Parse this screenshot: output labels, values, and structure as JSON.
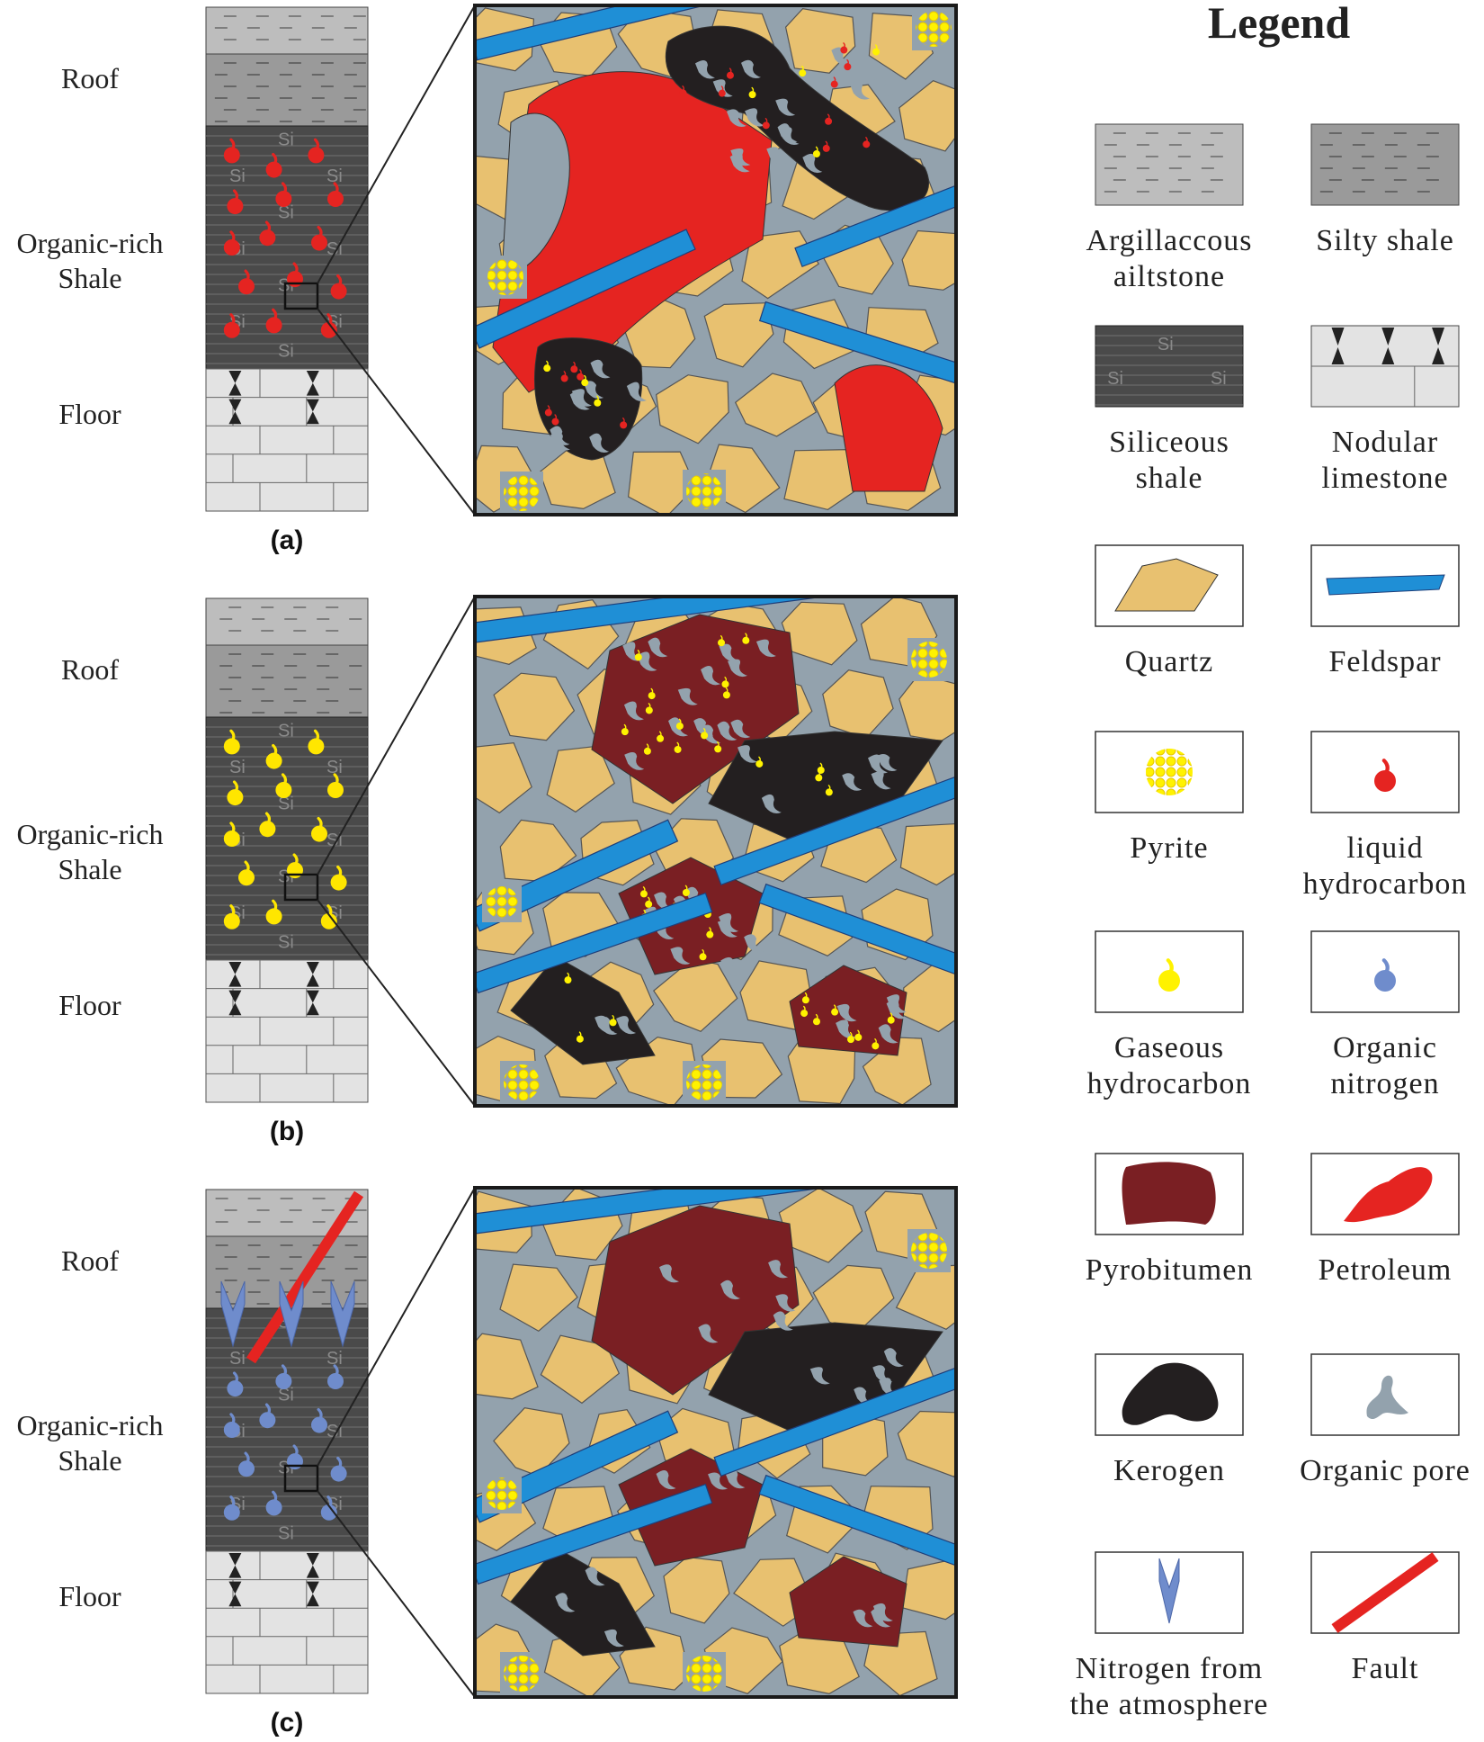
{
  "panels": [
    {
      "id": "a",
      "tag": "(a)",
      "roof": "Roof",
      "shale": [
        "Organic-rich",
        "Shale"
      ],
      "floor": "Floor",
      "droplet_color": "#e52421",
      "nitrogen_arrows": false,
      "fault": false
    },
    {
      "id": "b",
      "tag": "(b)",
      "roof": "Roof",
      "shale": [
        "Organic-rich",
        "Shale"
      ],
      "floor": "Floor",
      "droplet_color": "#ffe600",
      "nitrogen_arrows": false,
      "fault": false
    },
    {
      "id": "c",
      "tag": "(c)",
      "roof": "Roof",
      "shale": [
        "Organic-rich",
        "Shale"
      ],
      "floor": "Floor",
      "droplet_color": "#6f8ccc",
      "nitrogen_arrows": true,
      "fault": true
    }
  ],
  "si_label": "Si",
  "legend": {
    "title": "Legend",
    "items": [
      {
        "key": "argillaceous",
        "label": [
          "Argillaccous",
          "ailtstone"
        ],
        "icon": "argillaceous-siltstone-swatch"
      },
      {
        "key": "silty",
        "label": [
          "Silty shale"
        ],
        "icon": "silty-shale-swatch"
      },
      {
        "key": "siliceous",
        "label": [
          "Siliceous",
          "shale"
        ],
        "icon": "siliceous-shale-swatch"
      },
      {
        "key": "nodular",
        "label": [
          "Nodular",
          "limestone"
        ],
        "icon": "nodular-limestone-swatch"
      },
      {
        "key": "quartz",
        "label": [
          "Quartz"
        ],
        "icon": "quartz-icon"
      },
      {
        "key": "feldspar",
        "label": [
          "Feldspar"
        ],
        "icon": "feldspar-icon"
      },
      {
        "key": "pyrite",
        "label": [
          "Pyrite"
        ],
        "icon": "pyrite-icon"
      },
      {
        "key": "liquid",
        "label": [
          "liquid",
          "hydrocarbon"
        ],
        "icon": "red-droplet-icon"
      },
      {
        "key": "gaseous",
        "label": [
          "Gaseous",
          "hydrocarbon"
        ],
        "icon": "yellow-droplet-icon"
      },
      {
        "key": "nitrogen",
        "label": [
          "Organic",
          "nitrogen"
        ],
        "icon": "blue-droplet-icon"
      },
      {
        "key": "pyrobitumen",
        "label": [
          "Pyrobitumen"
        ],
        "icon": "pyrobitumen-icon"
      },
      {
        "key": "petroleum",
        "label": [
          "Petroleum"
        ],
        "icon": "petroleum-icon"
      },
      {
        "key": "kerogen",
        "label": [
          "Kerogen"
        ],
        "icon": "kerogen-icon"
      },
      {
        "key": "pore",
        "label": [
          "Organic pore"
        ],
        "icon": "organic-pore-icon"
      },
      {
        "key": "atmo",
        "label": [
          "Nitrogen from",
          "the atmosphere"
        ],
        "icon": "down-arrow-icon"
      },
      {
        "key": "fault",
        "label": [
          "Fault"
        ],
        "icon": "fault-icon"
      }
    ]
  },
  "colors": {
    "quartz": "#e8c170",
    "feldspar": "#1f8fd6",
    "pyrite": "#fff200",
    "matrix": "#93a2ad",
    "petroleum": "#e52421",
    "pyrobitumen": "#7a1f23",
    "kerogen": "#231f20",
    "pore": "#93a2ad",
    "argillaceous": "#bdbdbd",
    "silty": "#9a9a9a",
    "siliceous": "#4a4a4a",
    "limestone": "#e3e3e3",
    "nitrogen": "#6f8ccc"
  }
}
